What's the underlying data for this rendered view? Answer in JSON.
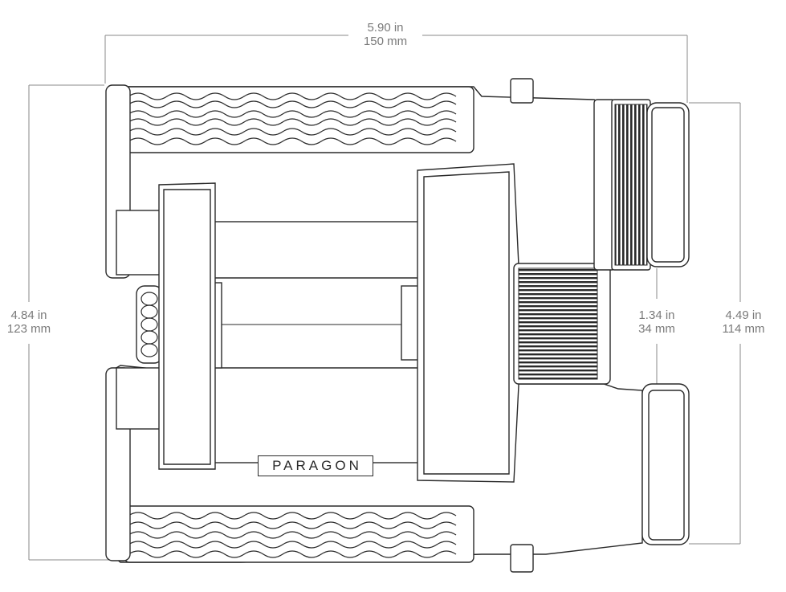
{
  "product": {
    "brand": "PARAGON"
  },
  "dimensions": {
    "overall_width": {
      "in": "5.90 in",
      "mm": "150 mm"
    },
    "overall_height": {
      "in": "4.84 in",
      "mm": "123 mm"
    },
    "eyepiece_spacing": {
      "in": "1.34 in",
      "mm": "34 mm"
    },
    "objective_span": {
      "in": "4.49 in",
      "mm": "114 mm"
    }
  },
  "colors": {
    "line": "#2a2a2a",
    "dimension": "#8a8a8a",
    "background": "#ffffff"
  }
}
